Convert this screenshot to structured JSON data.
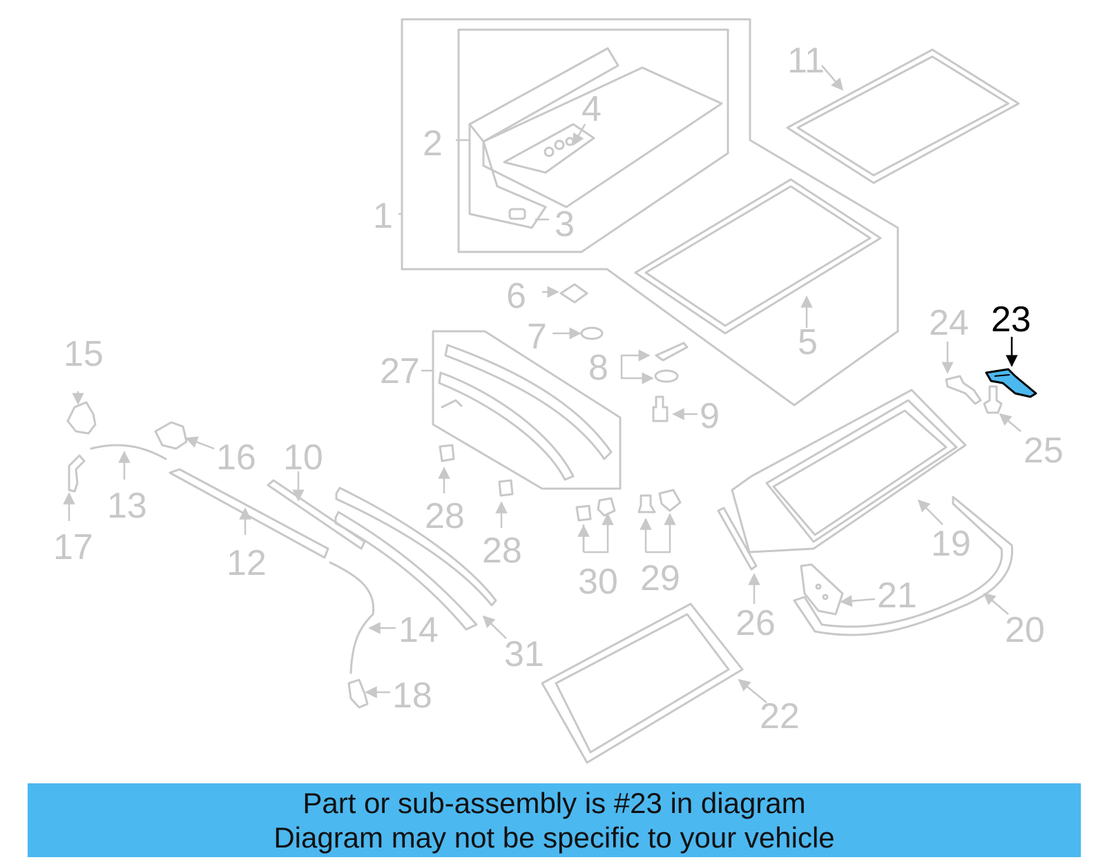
{
  "diagram": {
    "highlighted_part": "23",
    "highlight_color": "#4cb8f0",
    "callouts": [
      "1",
      "2",
      "3",
      "4",
      "5",
      "6",
      "7",
      "8",
      "9",
      "10",
      "11",
      "12",
      "13",
      "14",
      "15",
      "16",
      "17",
      "18",
      "19",
      "20",
      "21",
      "22",
      "23",
      "24",
      "25",
      "26",
      "27",
      "28",
      "28",
      "29",
      "30",
      "31"
    ]
  },
  "banner": {
    "line1": "Part or sub-assembly is #23 in diagram",
    "line2": "Diagram may not be specific to your vehicle",
    "background": "#4cb8f0"
  }
}
